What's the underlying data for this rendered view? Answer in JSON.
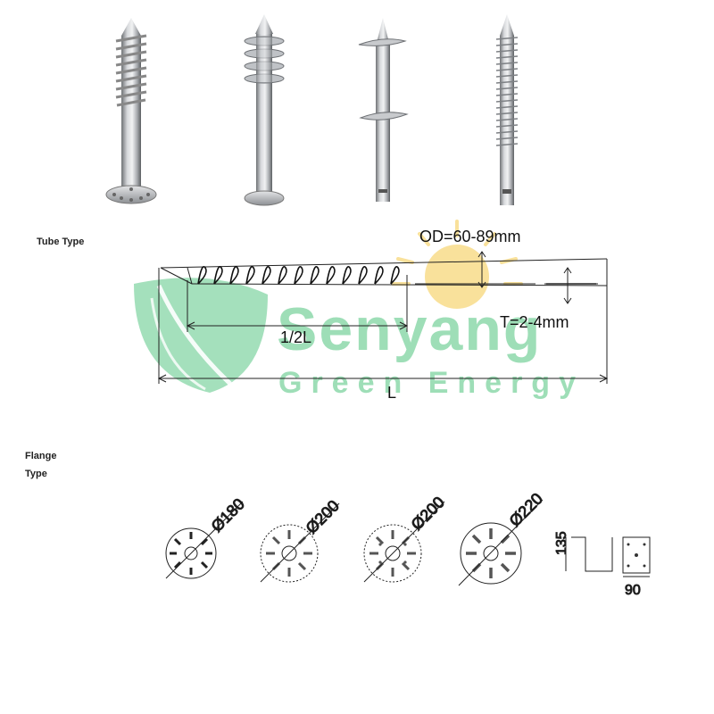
{
  "sections": {
    "tube_type": "Tube Type",
    "flange_type_line1": "Flange",
    "flange_type_line2": "Type"
  },
  "dimensions": {
    "outer_diameter": "OD=60-89mm",
    "thickness": "T=2-4mm",
    "half_length": "1/2L",
    "length": "L"
  },
  "watermark": {
    "brand": "Senyang",
    "tagline": "Green Energy",
    "brand_color": "#7ed3a0",
    "sun_color": "#f8dc8a"
  },
  "flanges": [
    {
      "diameter_label": "Ø180"
    },
    {
      "diameter_label": "Ø200"
    },
    {
      "diameter_label": "Ø200"
    },
    {
      "diameter_label": "Ø220"
    }
  ],
  "bracket": {
    "height_label": "135",
    "width_label": "90"
  }
}
